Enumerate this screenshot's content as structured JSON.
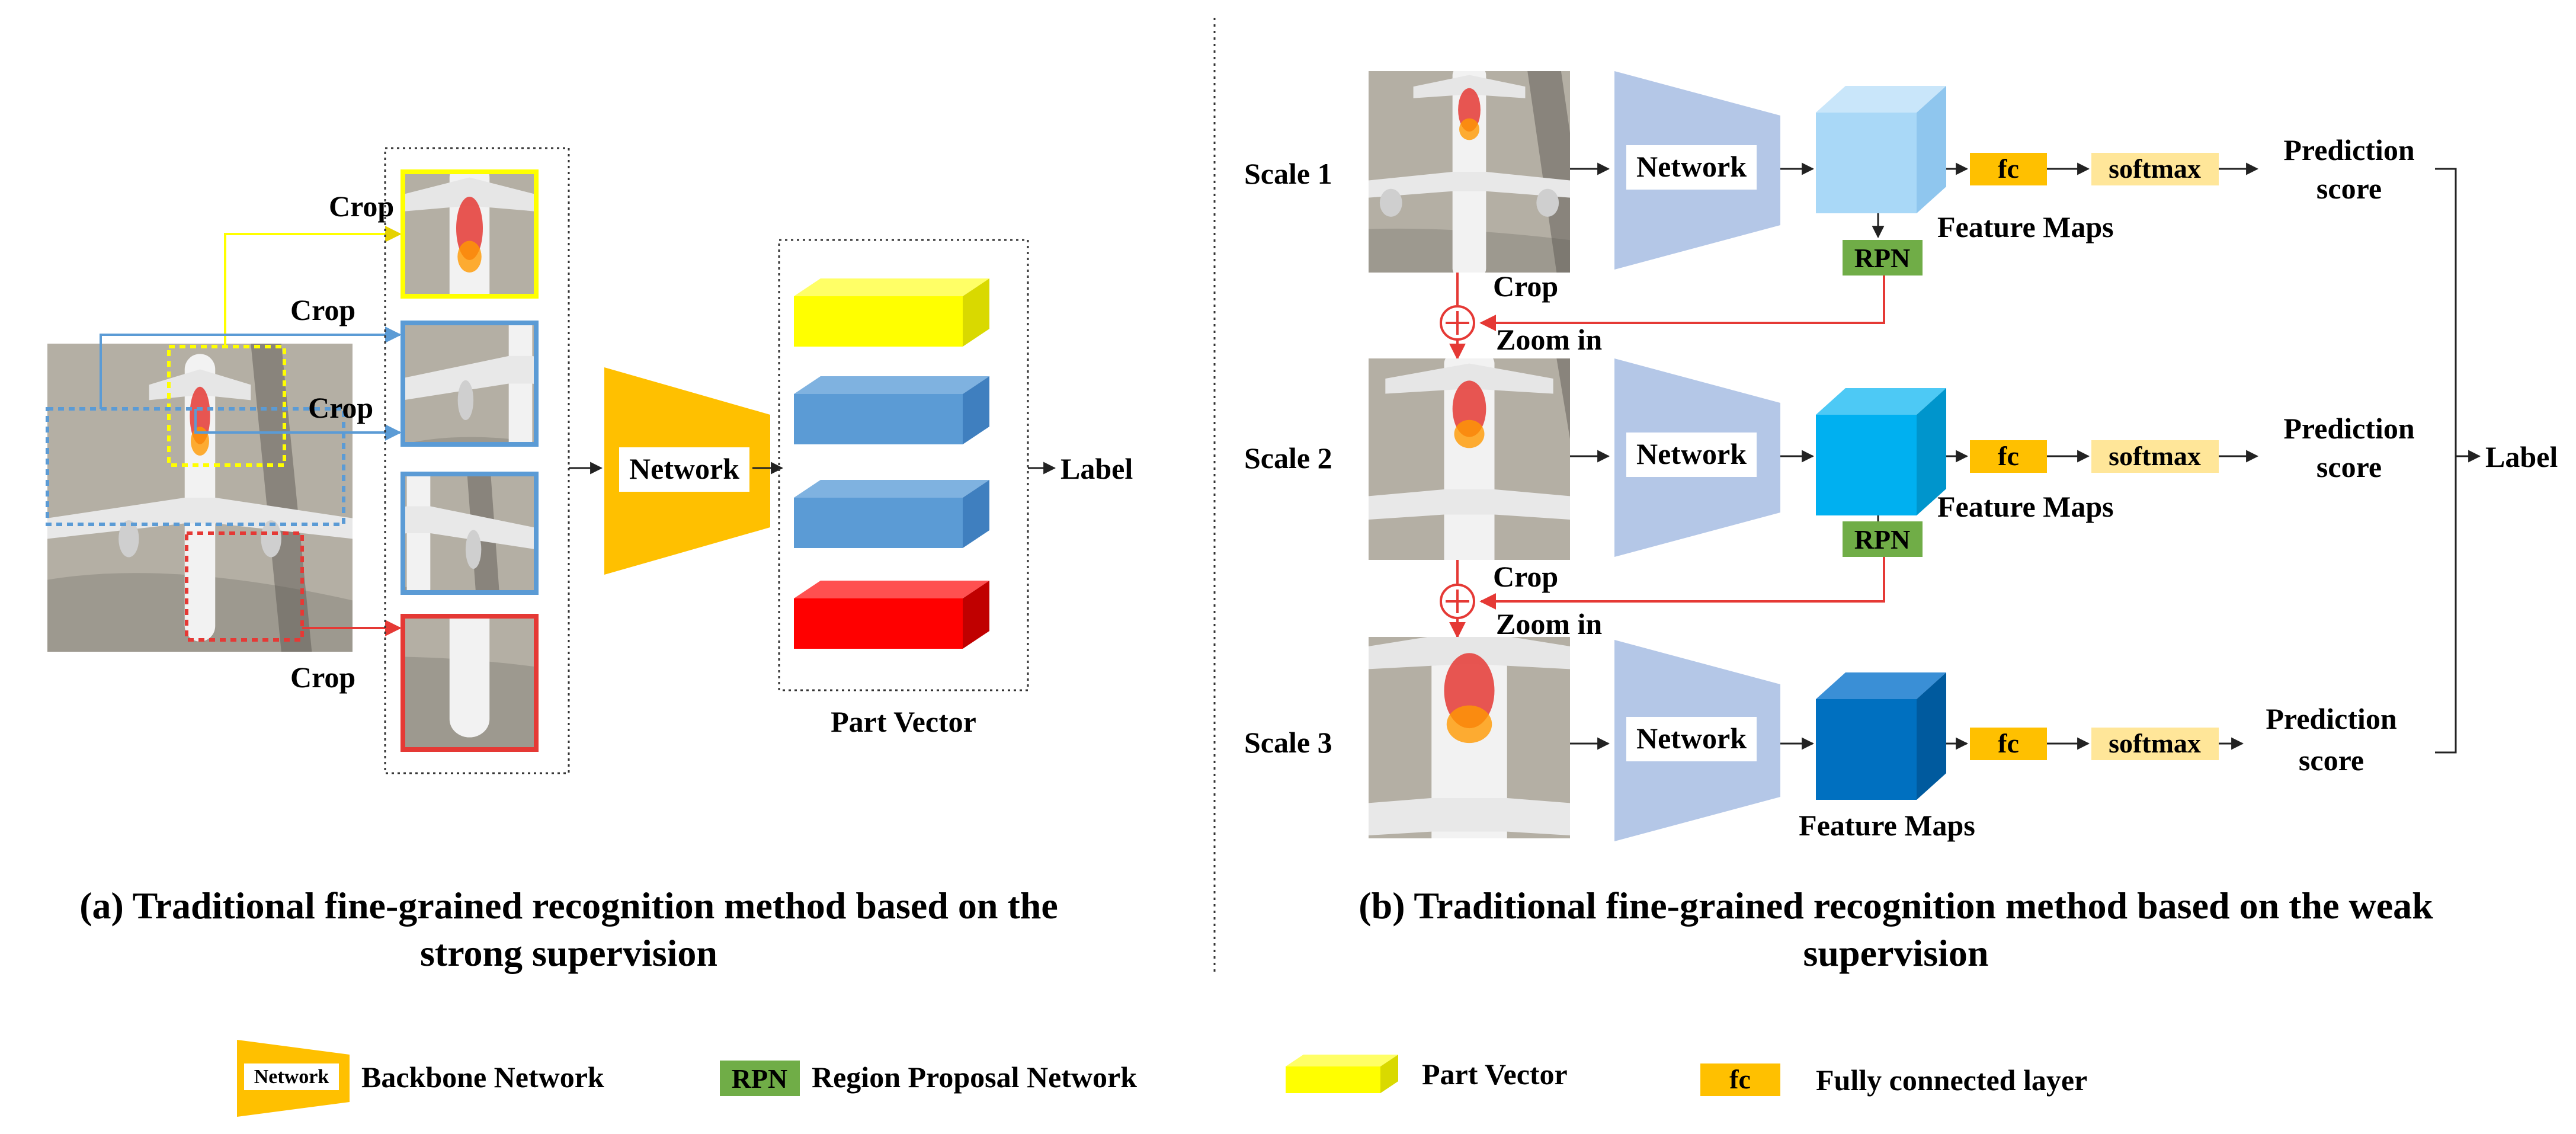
{
  "colors": {
    "network": "#FFC000",
    "network_3d": "#B4C7E7",
    "rpn": "#70AD47",
    "fc": "#FFC000",
    "softmax": "#FFE699",
    "part_yellow": "#FFFF00",
    "part_blue": "#5B9BD5",
    "part_red": "#FF0000",
    "crop_yellow": "#FFFF00",
    "crop_blue": "#5B9BD5",
    "crop_red": "#E53935",
    "arrow_red": "#E53935",
    "fm1": "#A9D8F7",
    "fm2": "#00B0F0",
    "fm3": "#0070C0"
  },
  "left": {
    "crop_labels": [
      "Crop",
      "Crop",
      "Crop",
      "Crop"
    ],
    "network": "Network",
    "label": "Label",
    "part_vector": "Part Vector",
    "caption_line1": "(a) Traditional fine-grained recognition method based on the",
    "caption_line2": "strong supervision"
  },
  "right": {
    "scales": [
      {
        "name": "Scale 1",
        "network": "Network",
        "fc": "fc",
        "softmax": "softmax",
        "pred_line1": "Prediction",
        "pred_line2": "score",
        "feature_maps": "Feature Maps"
      },
      {
        "name": "Scale 2",
        "network": "Network",
        "fc": "fc",
        "softmax": "softmax",
        "pred_line1": "Prediction",
        "pred_line2": "score",
        "feature_maps": "Feature Maps"
      },
      {
        "name": "Scale 3",
        "network": "Network",
        "fc": "fc",
        "softmax": "softmax",
        "pred_line1": "Prediction",
        "pred_line2": "score",
        "feature_maps": "Feature Maps"
      }
    ],
    "rpn": "RPN",
    "crop": "Crop",
    "zoom_in": "Zoom in",
    "label": "Label",
    "caption_line1": "(b) Traditional fine-grained recognition method based on the weak",
    "caption_line2": "supervision"
  },
  "legend": {
    "network_icon": "Network",
    "network": "Backbone Network",
    "rpn_icon": "RPN",
    "rpn": "Region Proposal Network",
    "part": "Part Vector",
    "fc_icon": "fc",
    "fc": "Fully connected layer"
  }
}
